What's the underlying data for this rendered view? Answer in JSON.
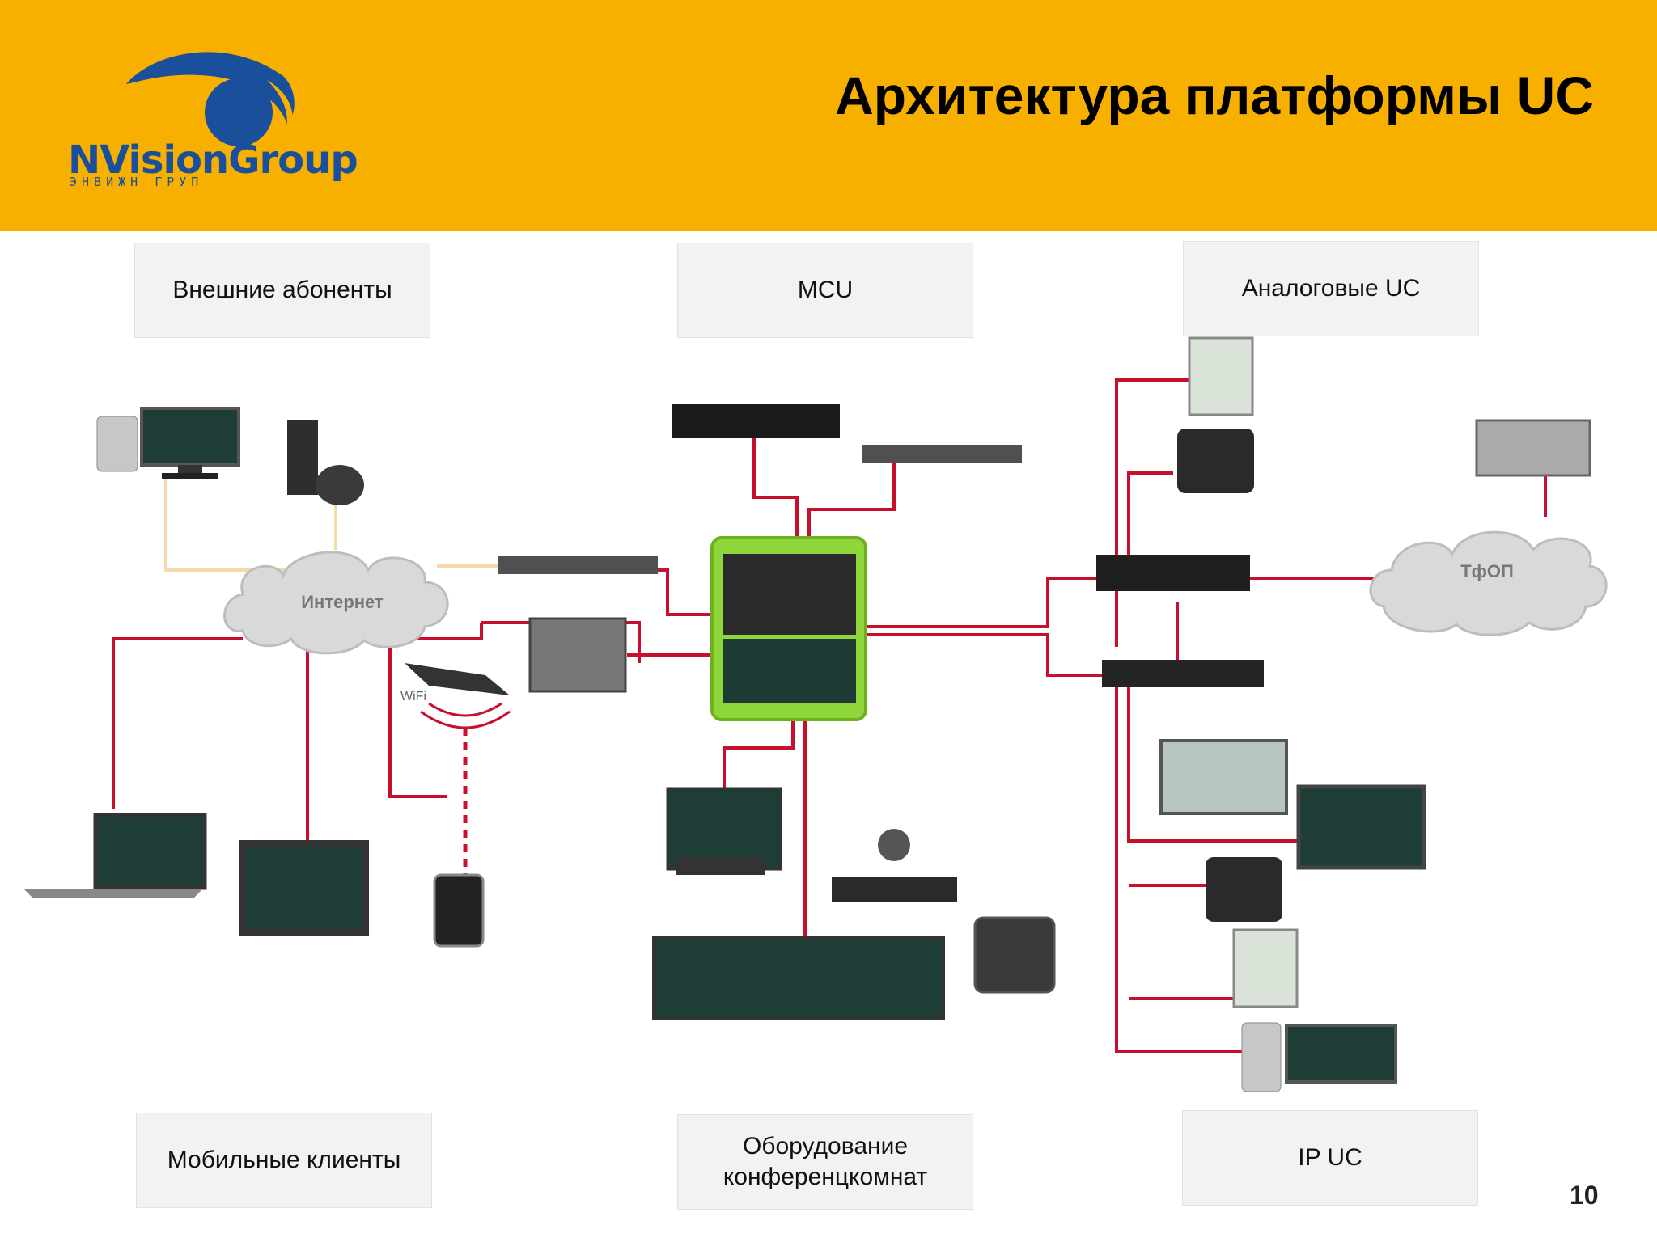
{
  "header": {
    "title": "Архитектура платформы UC",
    "background_color": "#f8b000",
    "logo": {
      "text_main": "NVisionGroup",
      "text_sub": "ЭНВИЖН ГРУП",
      "color": "#1a4f9c"
    }
  },
  "labels": {
    "external": "Внешние абоненты",
    "mcu": "MCU",
    "analog": "Аналоговые UC",
    "mobile": "Мобильные клиенты",
    "conference": "Оборудование конференцкомнат",
    "ip_uc": "IP UC"
  },
  "diagram": {
    "internet_cloud": "Интернет",
    "pstn_cloud": "ТфОП",
    "wifi_label": "WiFi",
    "line_color": "#c8102e",
    "internet_link_color": "#f5d9a8",
    "hub_color": "#8fd63a"
  },
  "page_number": "10"
}
